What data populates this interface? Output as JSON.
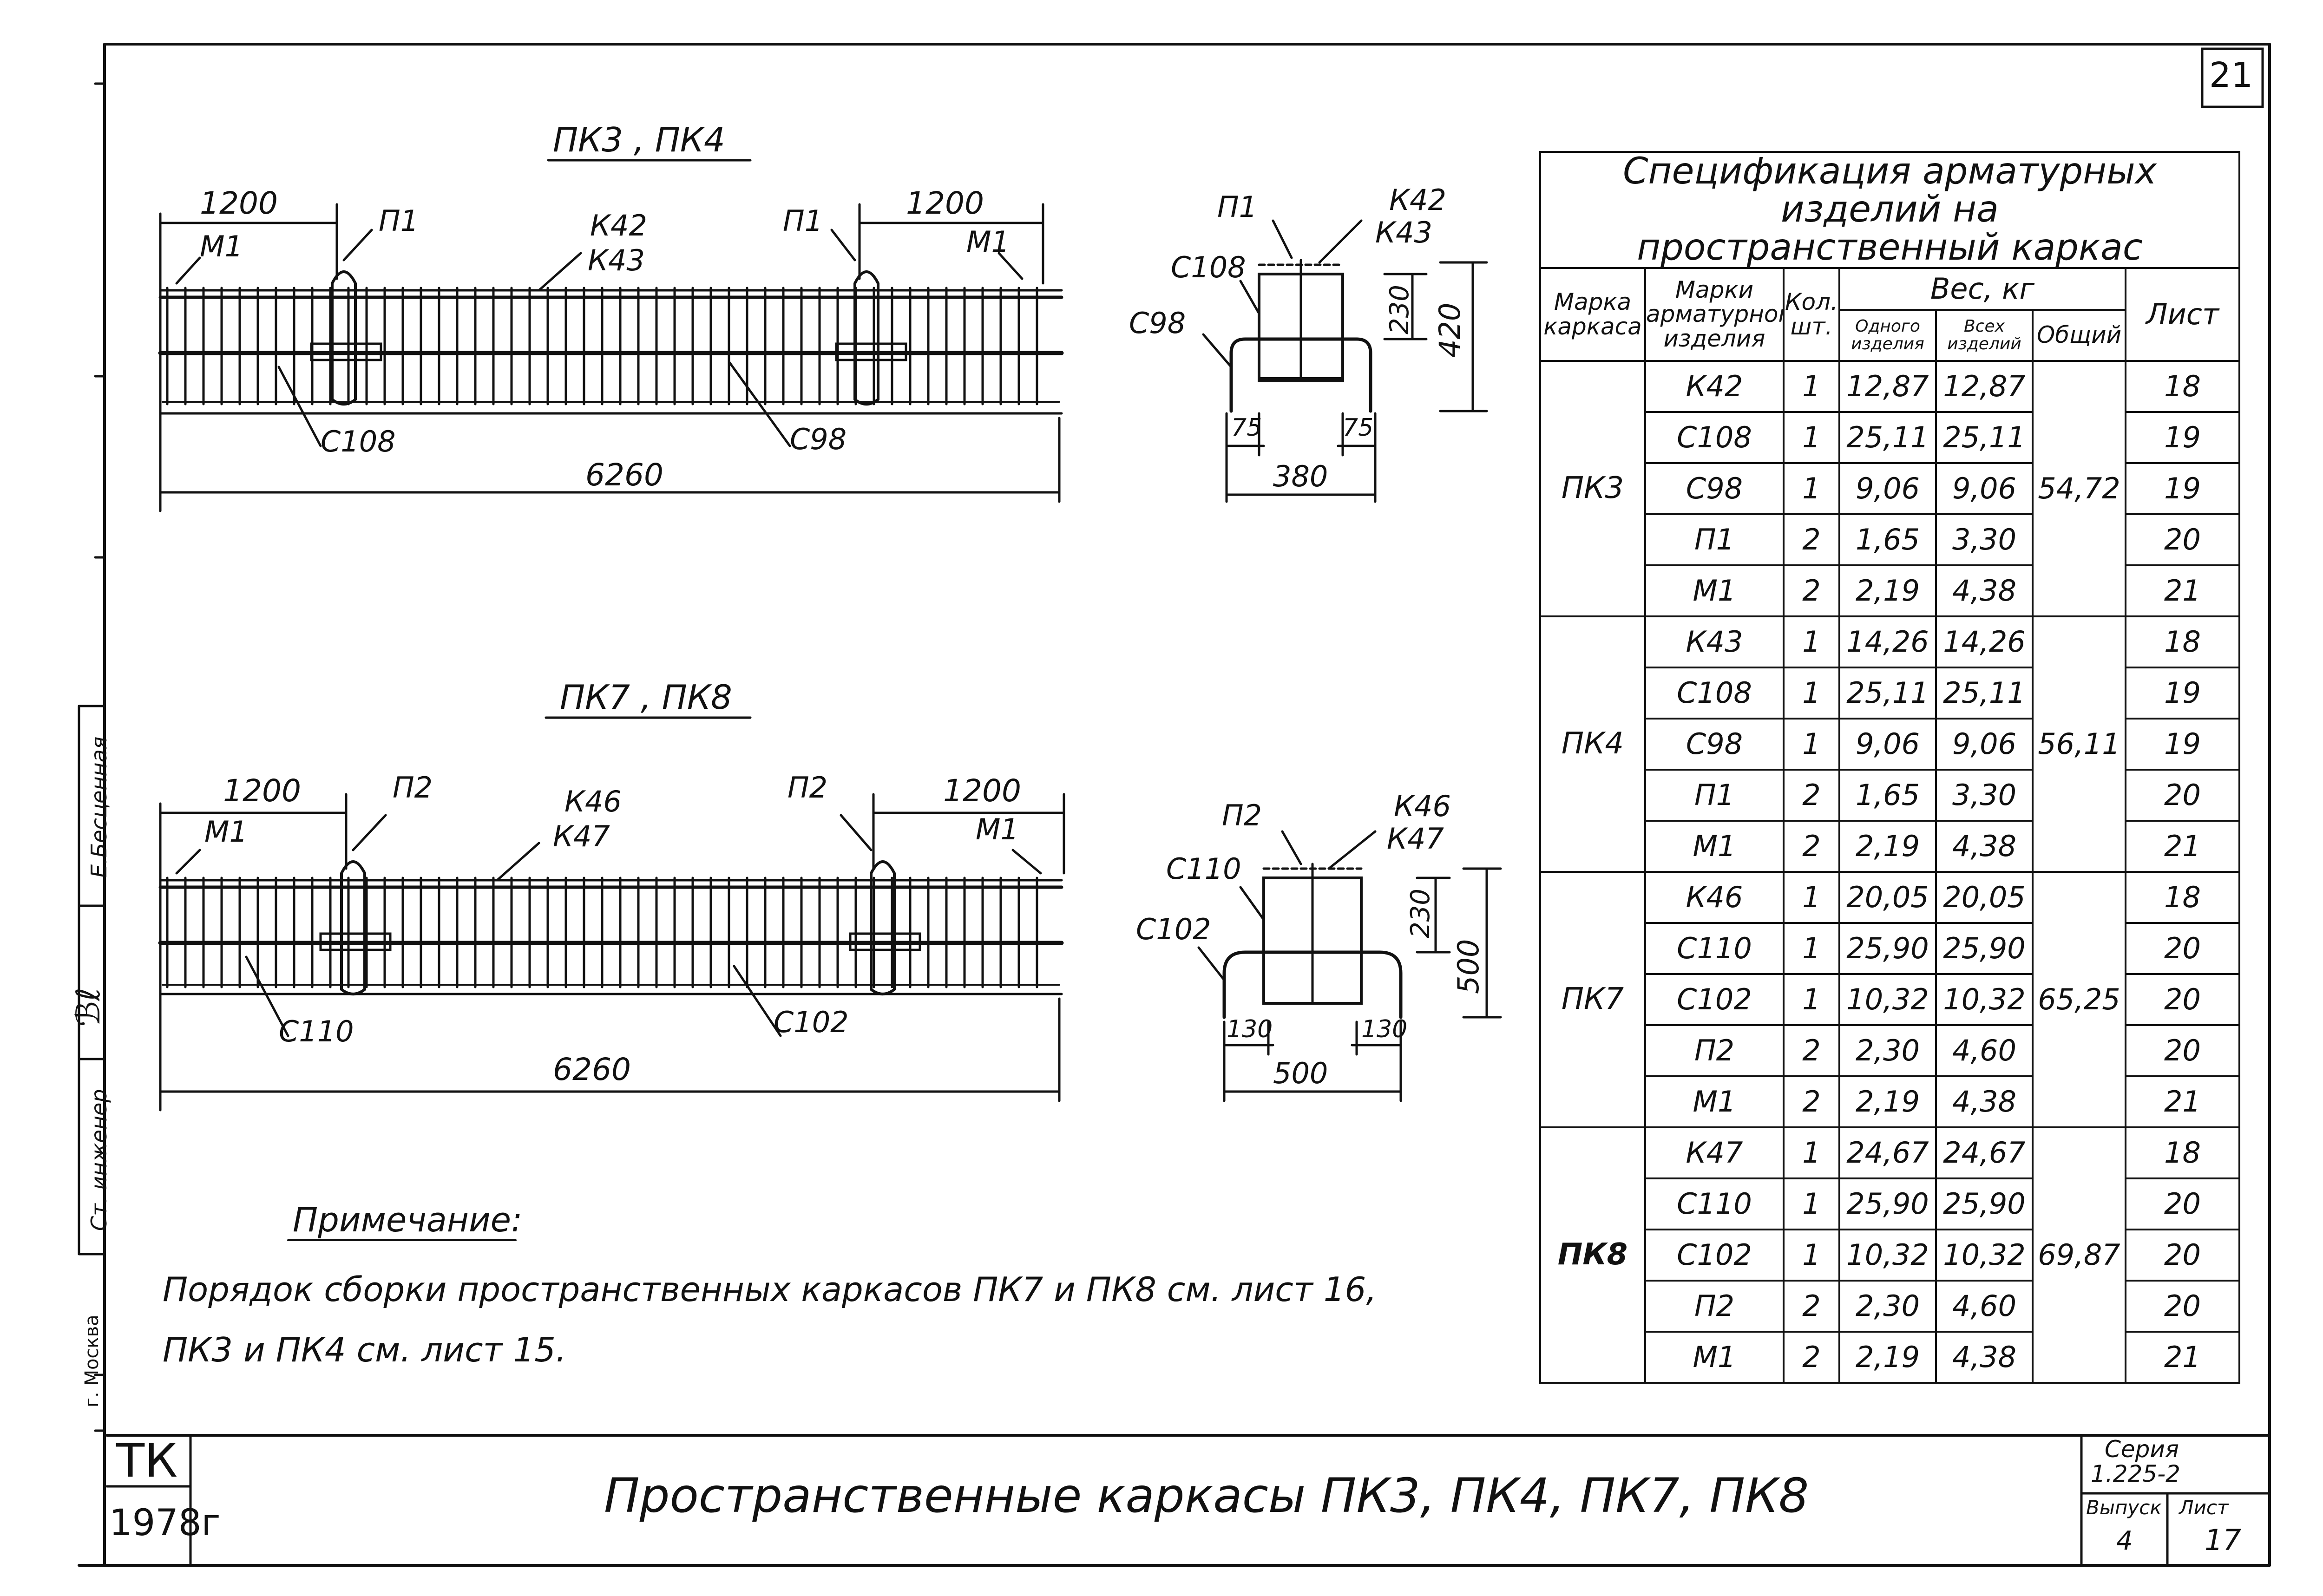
{
  "sheet_number": "21",
  "left_margin": {
    "position": "Ст. инженер",
    "name": "Е.Бесценная",
    "city": "г. Москва"
  },
  "view_top": {
    "title": "ПК3 , ПК4",
    "dims": {
      "left": "1200",
      "right": "1200",
      "total": "6260"
    },
    "labels": {
      "m1_left": "М1",
      "m1_right": "М1",
      "p1_left": "П1",
      "p1_right": "П1",
      "k_a": "К42",
      "k_b": "К43",
      "c_left": "С108",
      "c_right": "С98"
    }
  },
  "section_top": {
    "labels": {
      "p": "П1",
      "k_a": "К42",
      "k_b": "К43",
      "c_a": "С108",
      "c_b": "С98"
    },
    "dims": {
      "height_inner": "230",
      "height_total": "420",
      "edge_left": "75",
      "edge_right": "75",
      "width": "380"
    }
  },
  "view_bottom": {
    "title": "ПК7 , ПК8",
    "dims": {
      "left": "1200",
      "right": "1200",
      "total": "6260"
    },
    "labels": {
      "m1_left": "М1",
      "m1_right": "М1",
      "p2_left": "П2",
      "p2_right": "П2",
      "k_a": "К46",
      "k_b": "К47",
      "c_left": "С110",
      "c_right": "С102"
    }
  },
  "section_bottom": {
    "labels": {
      "p": "П2",
      "k_a": "К46",
      "k_b": "К47",
      "c_a": "С110",
      "c_b": "С102"
    },
    "dims": {
      "height_inner": "230",
      "height_total": "500",
      "edge_left": "130",
      "edge_right": "130",
      "width": "500"
    }
  },
  "note": {
    "heading": "Примечание:",
    "line1": "Порядок сборки пространственных каркасов ПК7 и ПК8 см. лист 16,",
    "line2": "ПК3 и ПК4 см. лист 15."
  },
  "spec": {
    "title_line1": "Спецификация арматурных изделий на",
    "title_line2": "пространственный каркас",
    "headers": {
      "marka_karkasa": "Марка каркаса",
      "marka_izdeliya": "Марки арматурного изделия",
      "kol": "Кол. шт.",
      "ves": "Вес, кг",
      "odnogo": "Одного изделия",
      "vseh": "Всех изделий",
      "obshiy": "Общий",
      "list": "Лист"
    },
    "groups": [
      {
        "karkas": "ПК3",
        "total": "54,72",
        "rows": [
          {
            "mark": "К42",
            "qty": "1",
            "one": "12,87",
            "all": "12,87",
            "sheet": "18"
          },
          {
            "mark": "С108",
            "qty": "1",
            "one": "25,11",
            "all": "25,11",
            "sheet": "19"
          },
          {
            "mark": "С98",
            "qty": "1",
            "one": "9,06",
            "all": "9,06",
            "sheet": "19"
          },
          {
            "mark": "П1",
            "qty": "2",
            "one": "1,65",
            "all": "3,30",
            "sheet": "20"
          },
          {
            "mark": "М1",
            "qty": "2",
            "one": "2,19",
            "all": "4,38",
            "sheet": "21"
          }
        ]
      },
      {
        "karkas": "ПК4",
        "total": "56,11",
        "rows": [
          {
            "mark": "К43",
            "qty": "1",
            "one": "14,26",
            "all": "14,26",
            "sheet": "18"
          },
          {
            "mark": "С108",
            "qty": "1",
            "one": "25,11",
            "all": "25,11",
            "sheet": "19"
          },
          {
            "mark": "С98",
            "qty": "1",
            "one": "9,06",
            "all": "9,06",
            "sheet": "19"
          },
          {
            "mark": "П1",
            "qty": "2",
            "one": "1,65",
            "all": "3,30",
            "sheet": "20"
          },
          {
            "mark": "М1",
            "qty": "2",
            "one": "2,19",
            "all": "4,38",
            "sheet": "21"
          }
        ]
      },
      {
        "karkas": "ПК7",
        "total": "65,25",
        "rows": [
          {
            "mark": "К46",
            "qty": "1",
            "one": "20,05",
            "all": "20,05",
            "sheet": "18"
          },
          {
            "mark": "С110",
            "qty": "1",
            "one": "25,90",
            "all": "25,90",
            "sheet": "20"
          },
          {
            "mark": "С102",
            "qty": "1",
            "one": "10,32",
            "all": "10,32",
            "sheet": "20"
          },
          {
            "mark": "П2",
            "qty": "2",
            "one": "2,30",
            "all": "4,60",
            "sheet": "20"
          },
          {
            "mark": "М1",
            "qty": "2",
            "one": "2,19",
            "all": "4,38",
            "sheet": "21"
          }
        ]
      },
      {
        "karkas": "ПК8",
        "total": "69,87",
        "rows": [
          {
            "mark": "К47",
            "qty": "1",
            "one": "24,67",
            "all": "24,67",
            "sheet": "18"
          },
          {
            "mark": "С110",
            "qty": "1",
            "one": "25,90",
            "all": "25,90",
            "sheet": "20"
          },
          {
            "mark": "С102",
            "qty": "1",
            "one": "10,32",
            "all": "10,32",
            "sheet": "20"
          },
          {
            "mark": "П2",
            "qty": "2",
            "one": "2,30",
            "all": "4,60",
            "sheet": "20"
          },
          {
            "mark": "М1",
            "qty": "2",
            "one": "2,19",
            "all": "4,38",
            "sheet": "21"
          }
        ]
      }
    ]
  },
  "title_block": {
    "logo_line1": "ТК",
    "logo_line2": "1978г",
    "title": "Пространственные каркасы ПК3, ПК4, ПК7, ПК8",
    "series_label": "Серия",
    "series_value": "1.225-2",
    "issue_label": "Выпуск",
    "issue_value": "4",
    "sheet_label": "Лист",
    "sheet_value": "17"
  }
}
